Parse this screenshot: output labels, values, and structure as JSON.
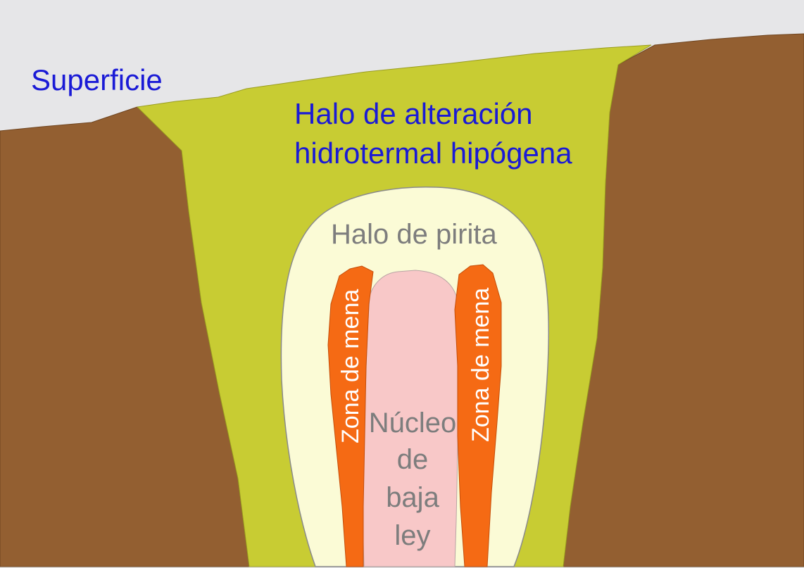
{
  "labels": {
    "surface": "Superficie",
    "alteration_line1": "Halo de alteración",
    "alteration_line2": "hidrotermal hipógena",
    "pyrite_halo": "Halo de pirita",
    "ore_zone_left": "Zona de mena",
    "ore_zone_right": "Zona de mena",
    "core_line1": "Núcleo",
    "core_line2": "de",
    "core_line3": "baja",
    "core_line4": "ley"
  },
  "colors": {
    "sky": "#e6e6e8",
    "host_rock": "#935f31",
    "alteration_halo": "#c8cc33",
    "pyrite_halo": "#fbfbd6",
    "ore_zone": "#f56a14",
    "low_grade_core": "#f8c8c8",
    "outline": "#8a8a8a"
  }
}
